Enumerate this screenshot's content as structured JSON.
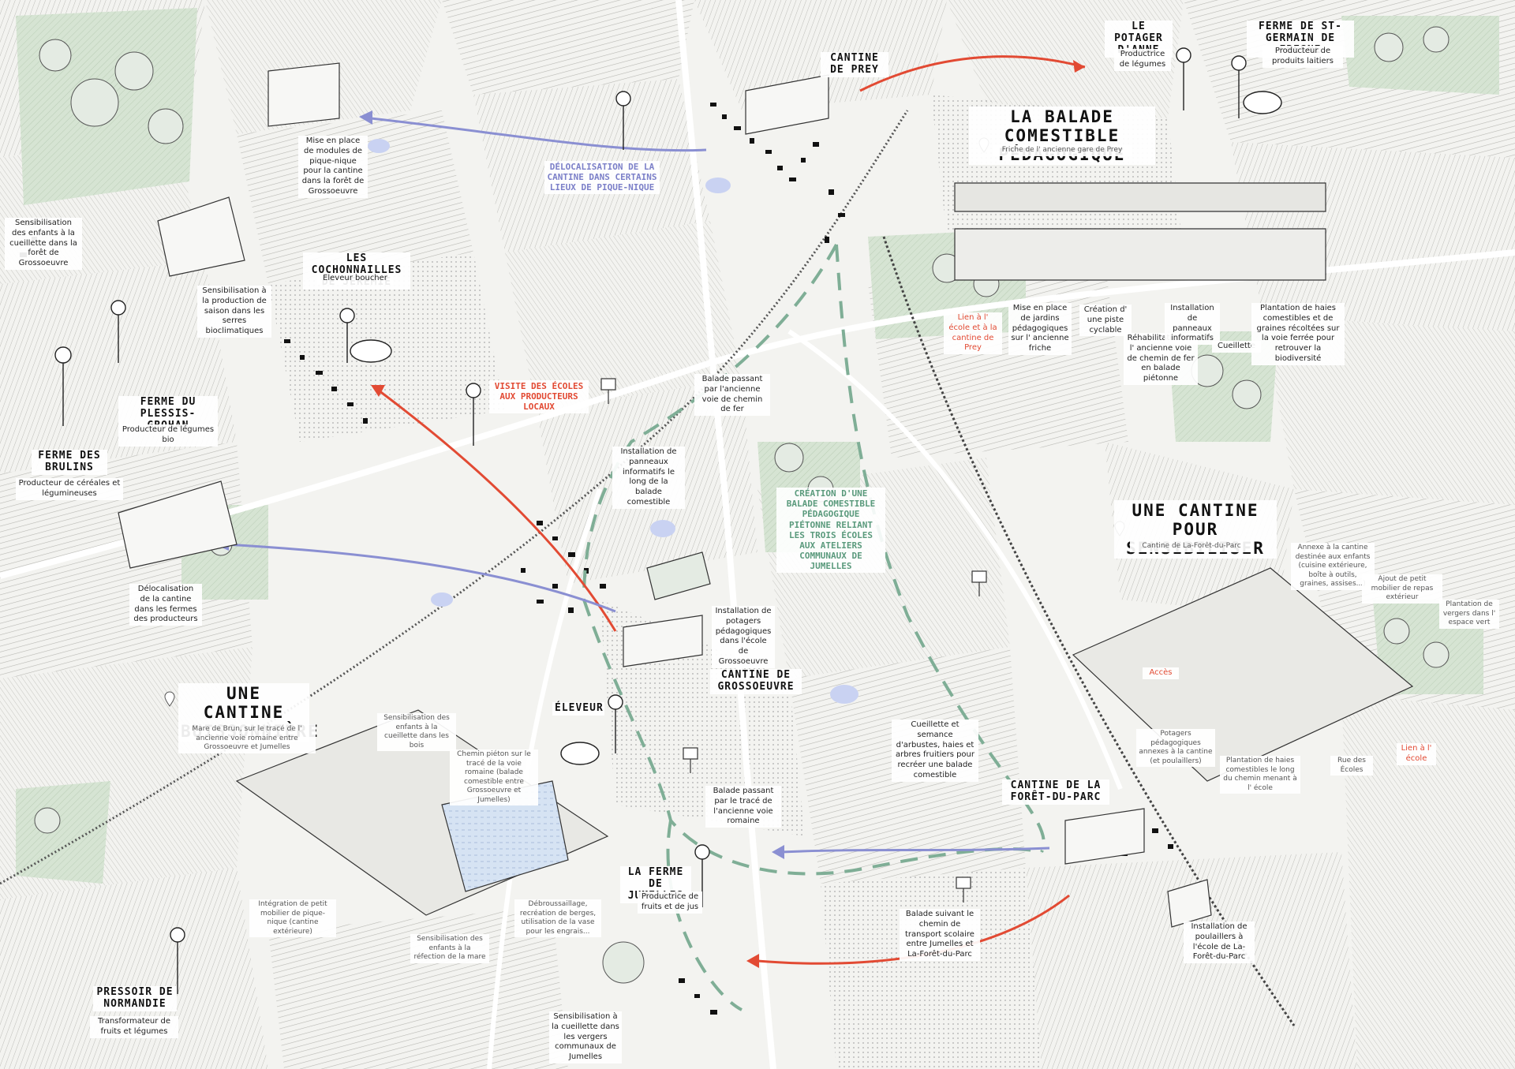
{
  "colors": {
    "background": "#f3f3f0",
    "field_gray": "#d9d9d5",
    "field_green": "#cfe0cc",
    "ink": "#222222",
    "arrow_blue": "#8a8fd2",
    "arrow_red": "#e24a33",
    "trail_green": "#7fae96",
    "water": "#c8d3f0"
  },
  "titles": {
    "balade": "LA BALADE COMESTIBLE PÉDAGOGIQUE",
    "sensibiliser": "UNE CANTINE POUR SENSIBILISER",
    "buissonniere": "UNE CANTINE BUISSONNIÈRE"
  },
  "places": {
    "cantine_prey": "CANTINE DE PREY",
    "cantine_grossoeuvre": "CANTINE DE GROSSOEUVRE",
    "cantine_foret": "CANTINE DE LA FORÊT-DU-PARC",
    "potager_anne": "LE POTAGER D'ANNE",
    "ferme_st_germain": "FERME DE ST-GERMAIN DE FRESNE",
    "cochonnailles": "LES COCHONNAILLES DE JÉRÉMIE",
    "ferme_plessis": "FERME DU PLESSIS-GROHAN",
    "ferme_brulins": "FERME DES BRULINS",
    "eleveur": "ÉLEVEUR",
    "ferme_jumelles": "LA FERME DE JUMELLES",
    "pressoir": "PRESSOIR DE NORMANDIE"
  },
  "subtitles": {
    "potager_anne": "Productrice de légumes",
    "st_germain": "Producteur de produits laitiers",
    "cochonnailles": "Eleveur boucher",
    "plessis": "Producteur de légumes bio",
    "brulins": "Producteur de céréales et légumineuses",
    "jumelles": "Productrice de fruits et de jus",
    "pressoir": "Transformateur de fruits et légumes",
    "balade": "Friche de l' ancienne gare de Prey",
    "sensibiliser": "Cantine de La-Forêt-du-Parc",
    "buissonniere": "Mare de Brun, sur le tracé de l' ancienne voie romaine entre Grossoeuvre et Jumelles"
  },
  "accents": {
    "delocalisation": "DÉLOCALISATION DE LA CANTINE DANS CERTAINS LIEUX DE PIQUE-NIQUE",
    "visite": "VISITE DES ÉCOLES AUX PRODUCTEURS LOCAUX",
    "creation": "CRÉATION D'UNE BALADE COMESTIBLE PÉDAGOGIQUE PIÉTONNE RELIANT LES TROIS ÉCOLES AUX ATELIERS COMMUNAUX DE JUMELLES"
  },
  "notes": {
    "pique_nique": "Mise en place de modules de pique-nique pour la cantine dans la forêt de Grossoeuvre",
    "cueillette_foret": "Sensibilisation des enfants à la cueillette dans la forêt de Grossoeuvre",
    "serres": "Sensibilisation à la production de saison dans les serres bioclimatiques",
    "delocalisation_fermes": "Délocalisation de la cantine dans les fermes des producteurs",
    "balade_fer": "Balade passant par l'ancienne voie de chemin de fer",
    "panneaux": "Installation de panneaux informatifs le long de la balade comestible",
    "potagers_grossoeuvre": "Installation de potagers pédagogiques dans l'école de Grossoeuvre",
    "cueillette_semence": "Cueillette et semance d'arbustes, haies et arbres fruitiers pour recréer une balade comestible",
    "balade_romaine": "Balade passant par le tracé de l'ancienne voie romaine",
    "balade_transport": "Balade suivant le chemin de transport scolaire entre Jumelles et La-Forêt-du-Parc",
    "poulaillers": "Installation de poulaillers à l'école de La-Forêt-du-Parc",
    "cueillette_vergers": "Sensibilisation à la cueillette dans les vergers communaux de Jumelles"
  },
  "balade_notes": {
    "lien": "Lien à l' école et à la cantine de Prey",
    "jardins": "Mise en place de jardins pédagogiques sur l' ancienne friche",
    "piste": "Création d' une piste cyclable",
    "rehab": "Réhabilitation de l' ancienne voie de chemin de fer en balade piétonne",
    "panneaux": "Installation de panneaux informatifs",
    "cueillette": "Cueillette",
    "haies": "Plantation de haies comestibles et de graines récoltées sur la voie ferrée pour retrouver la biodiversité"
  },
  "sensib_notes": {
    "annexe": "Annexe à la cantine destinée aux enfants (cuisine extérieure, boîte à outils, graines, assises...)",
    "mobilier": "Ajout de petit mobilier de repas extérieur",
    "vergers": "Plantation de vergers dans l' espace vert",
    "acces": "Accès",
    "potagers": "Potagers pédagogiques annexes à la cantine (et poulaillers)",
    "haies": "Plantation de haies comestibles le long du chemin menant à l' école",
    "rue": "Rue des Écoles",
    "lien": "Lien à l' école"
  },
  "buiss_notes": {
    "sensib_bois": "Sensibilisation des enfants à la cueillette dans les bois",
    "chemin": "Chemin piéton sur le tracé de la voie romaine (balade comestible entre Grossoeuvre et Jumelles)",
    "mobilier": "Intégration de petit mobilier de pique-nique (cantine extérieure)",
    "mare": "Sensibilisation des enfants à la réfection de la mare",
    "debroussaillage": "Débroussaillage, recréation de berges, utilisation de la vase pour les engrais..."
  },
  "icons": [
    "location-pin-icon",
    "info-panel-icon",
    "arrow-icon",
    "tree-icon",
    "building-icon",
    "cow-icon"
  ]
}
